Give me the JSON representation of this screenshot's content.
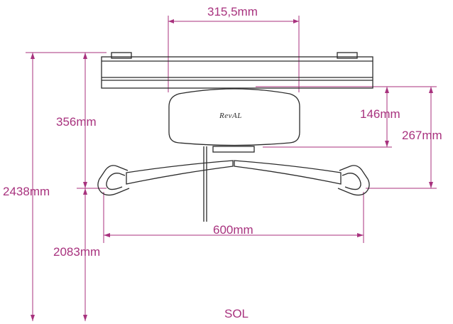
{
  "colors": {
    "dimension": "#a8327e",
    "outline": "#2b2b2b",
    "label": "#a8327e",
    "background": "#ffffff"
  },
  "dimensions": {
    "rail_width": "315,5mm",
    "rail_to_arm": "356mm",
    "total_height": "2438mm",
    "arm_height": "2083mm",
    "motor_height": "146mm",
    "motor_to_arm": "267mm",
    "arm_span": "600mm"
  },
  "brand": "RevAL",
  "floor_label": "SOL"
}
